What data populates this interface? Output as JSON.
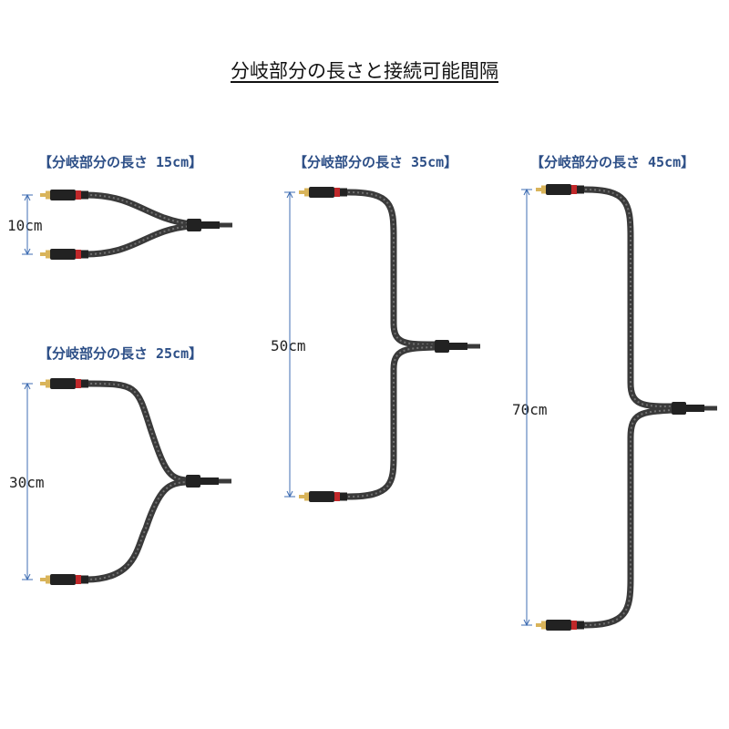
{
  "title": "分岐部分の長さと接続可能間隔",
  "panels": [
    {
      "title": "【分岐部分の長さ 15cm】",
      "spacing": "10cm"
    },
    {
      "title": "【分岐部分の長さ 25cm】",
      "spacing": "30cm"
    },
    {
      "title": "【分岐部分の長さ 35cm】",
      "spacing": "50cm"
    },
    {
      "title": "【分岐部分の長さ 45cm】",
      "spacing": "70cm"
    }
  ],
  "colors": {
    "title_text": "#2d4f87",
    "dimension_line": "#3f6db3",
    "cable": "#3a3a3a",
    "cable_highlight": "#8a8a8a",
    "plug_tip": "#d9b45a",
    "plug_body": "#222222",
    "plug_ring": "#c0282a"
  }
}
